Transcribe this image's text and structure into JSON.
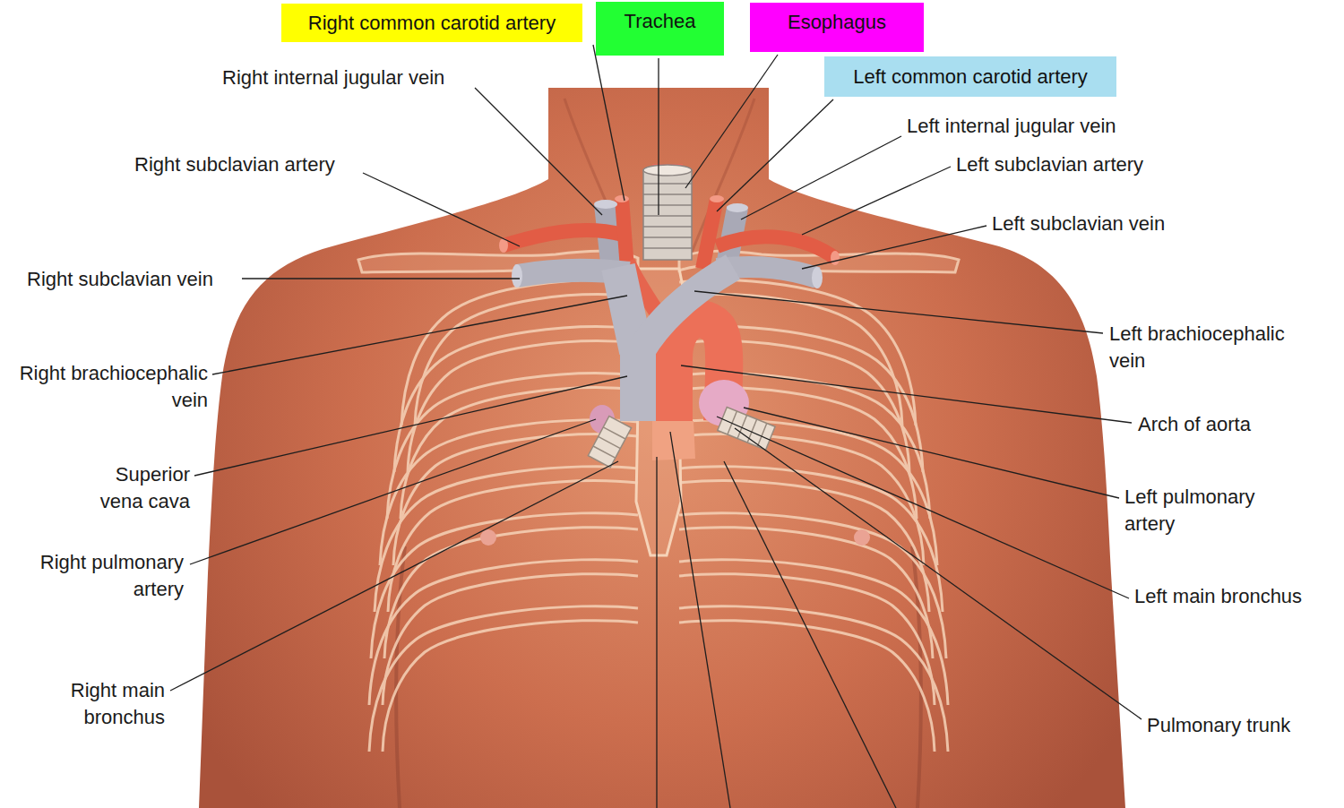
{
  "diagram": {
    "nodes": [
      {
        "text": [
          "Right common carotid artery"
        ]
      },
      {
        "text": [
          "Trachea"
        ]
      },
      {
        "text": [
          "Esophagus"
        ]
      },
      {
        "text": [
          "Left common carotid artery"
        ]
      }
    ],
    "labels": [
      "Right internal jugular vein",
      "Left internal jugular vein",
      "Right subclavian artery",
      "Left subclavian artery",
      "Left subclavian vein",
      "Right subclavian vein",
      "Left brachiocephalic vein",
      "Right brachiocephalic vein",
      "Arch of aorta",
      "Superior vena cava",
      "Left pulmonary artery",
      "Right pulmonary artery",
      "Left main bronchus",
      "Right main bronchus",
      "Pulmonary trunk"
    ]
  }
}
